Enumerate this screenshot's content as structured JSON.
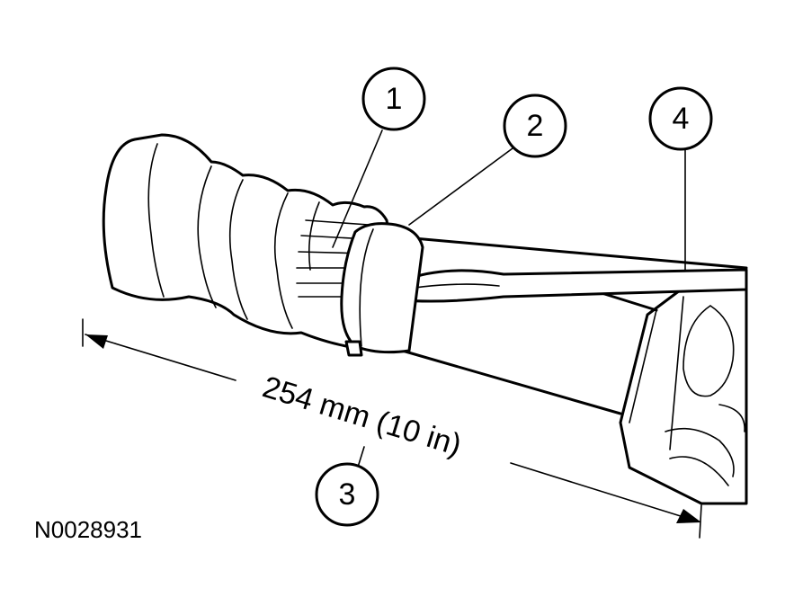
{
  "callouts": [
    {
      "id": "1",
      "label": "1"
    },
    {
      "id": "2",
      "label": "2"
    },
    {
      "id": "3",
      "label": "3"
    },
    {
      "id": "4",
      "label": "4"
    }
  ],
  "dimension": {
    "text": "254 mm (10 in)"
  },
  "figure_id": "N0028931"
}
